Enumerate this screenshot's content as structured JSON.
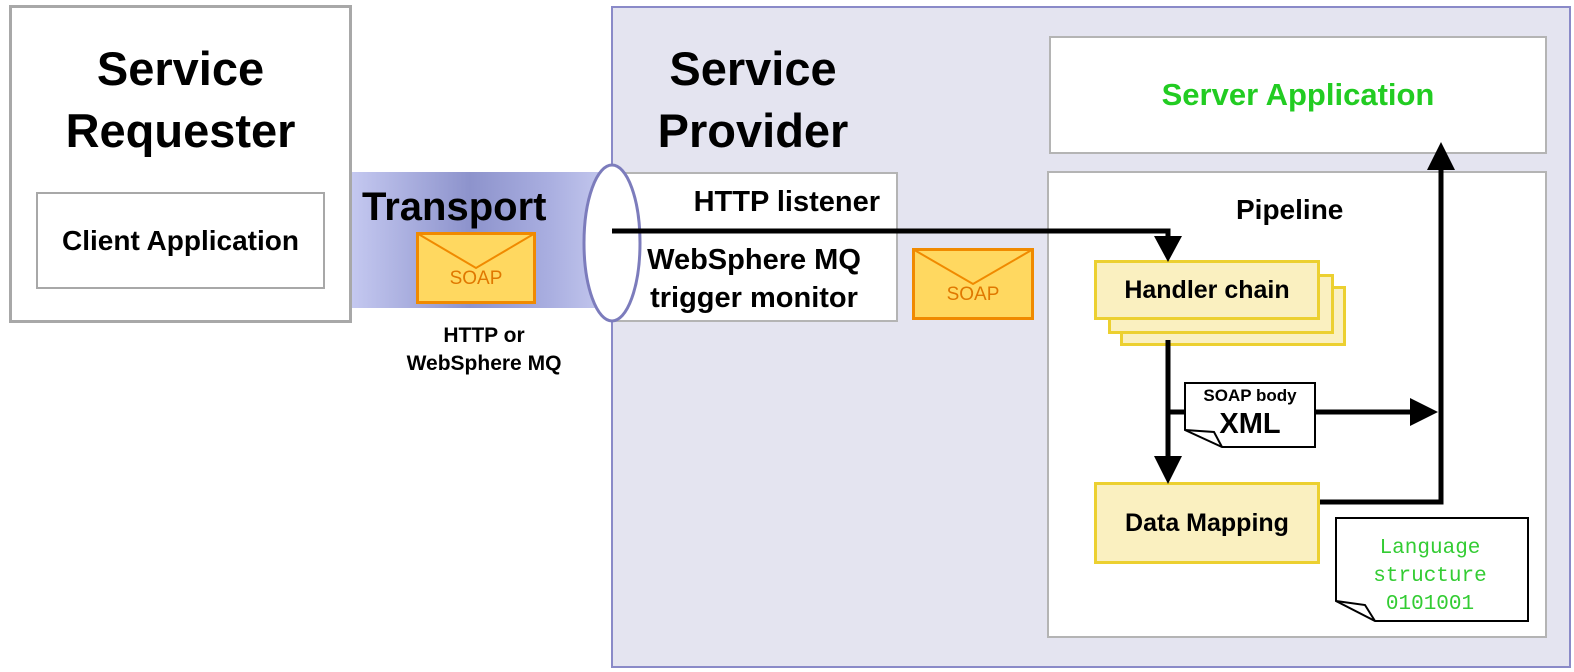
{
  "requester": {
    "title_line1": "Service",
    "title_line2": "Requester",
    "client_app": "Client Application"
  },
  "transport": {
    "label": "Transport",
    "protocol_line1": "HTTP or",
    "protocol_line2": "WebSphere MQ",
    "envelope_text": "SOAP"
  },
  "provider": {
    "title_line1": "Service",
    "title_line2": "Provider",
    "http_listener": "HTTP listener",
    "mq_line1": "WebSphere MQ",
    "mq_line2": "trigger monitor",
    "envelope_text": "SOAP",
    "server_app": "Server Application",
    "pipeline": {
      "label": "Pipeline",
      "handler_chain": "Handler chain",
      "data_mapping": "Data Mapping",
      "soap_body": "SOAP body",
      "xml": "XML",
      "lang_line1": "Language",
      "lang_line2": "structure",
      "lang_line3": "0101001"
    }
  },
  "colors": {
    "provider_bg": "#e4e4f0",
    "provider_border": "#8a8ac8",
    "transport_band": "#b8bce8",
    "handler_fill": "#faf0c0",
    "handler_border": "#ecd030",
    "envelope_fill": "#ffd860",
    "envelope_border": "#f08a00",
    "server_app_text": "#22cc22",
    "lang_text": "#33cc33"
  }
}
